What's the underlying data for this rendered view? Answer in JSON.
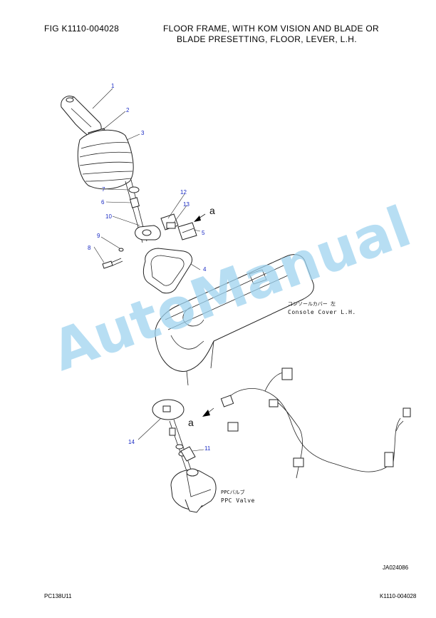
{
  "header": {
    "fig_label": "FIG   K1110-004028",
    "title_line1": "FLOOR FRAME, WITH KOM VISION AND BLADE OR",
    "title_line2": "BLADE PRESETTING, FLOOR, LEVER, L.H."
  },
  "callouts": {
    "p1": "1",
    "p2": "2",
    "p3": "3",
    "p4": "4",
    "p5": "5",
    "p6": "6",
    "p7": "7",
    "p8": "8",
    "p9": "9",
    "p10": "10",
    "p11": "11",
    "p12": "12",
    "p13": "13",
    "p14": "14",
    "ref_a_top": "a",
    "ref_a_bottom": "a"
  },
  "labels": {
    "console_jp": "コンソールカバー 左",
    "console_en": "Console Cover L.H.",
    "ppc_jp": "PPCバルブ",
    "ppc_en": "PPC Valve"
  },
  "watermark": "AutoManual",
  "footer": {
    "drawing_code": "JA024086",
    "model": "PC138U11",
    "page_code": "K1110-004028"
  }
}
